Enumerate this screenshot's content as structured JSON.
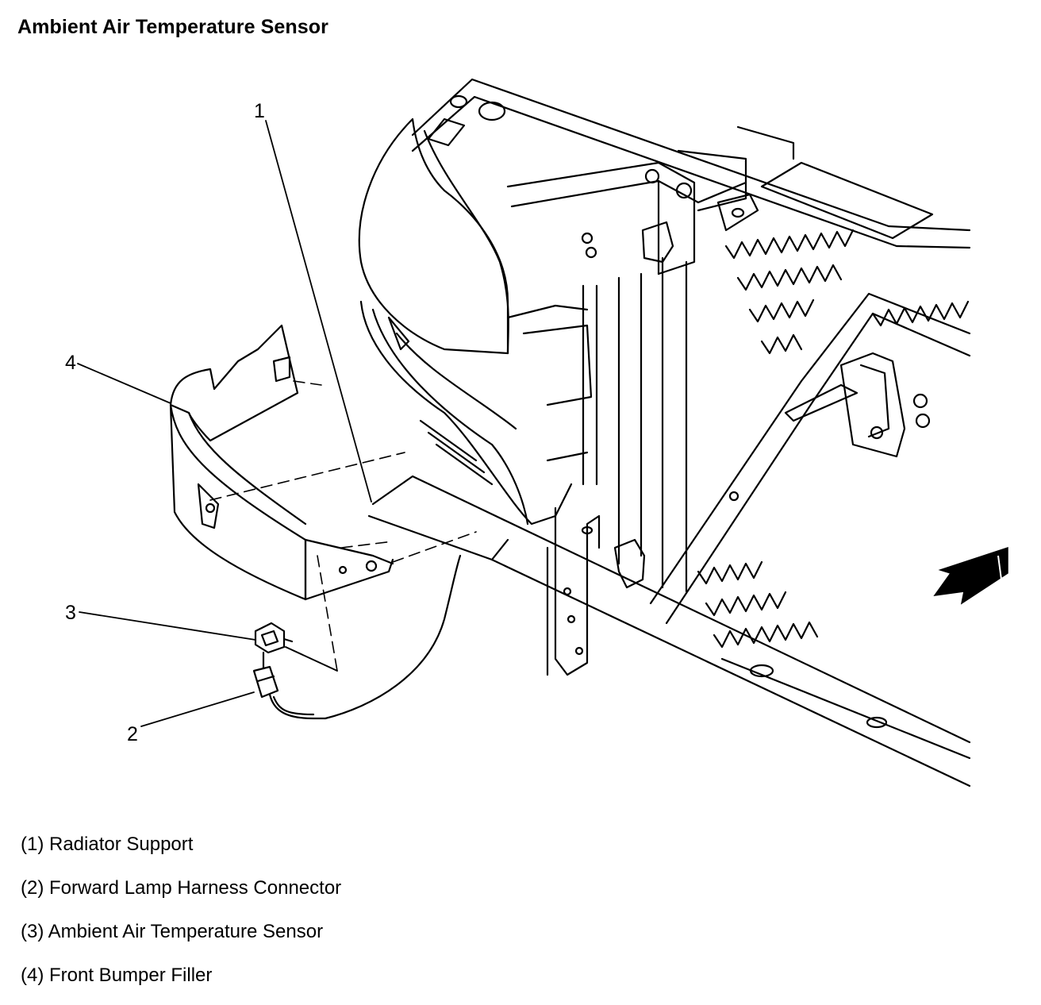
{
  "title": "Ambient Air Temperature Sensor",
  "callouts": [
    {
      "number": "1"
    },
    {
      "number": "2"
    },
    {
      "number": "3"
    },
    {
      "number": "4"
    }
  ],
  "legend": [
    "(1) Radiator Support",
    "(2) Forward Lamp Harness Connector",
    "(3) Ambient Air Temperature Sensor",
    "(4) Front Bumper Filler"
  ],
  "colors": {
    "line": "#000000",
    "background": "#ffffff"
  },
  "icons": {
    "direction_arrow": "arrow-forward-icon"
  }
}
